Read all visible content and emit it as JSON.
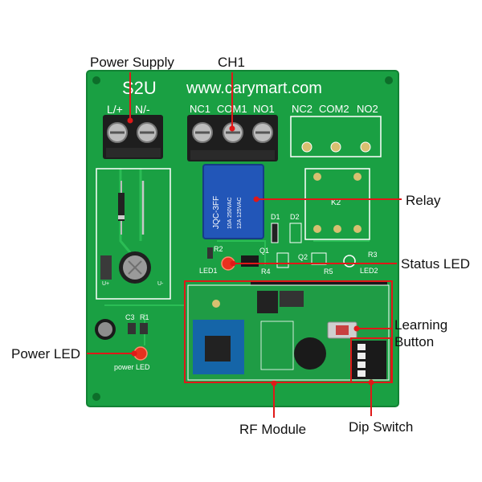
{
  "board": {
    "model": "S2U",
    "website": "www.carymart.com",
    "terminals": {
      "power": [
        "L/+",
        "N/-"
      ],
      "ch1": [
        "NC1",
        "COM1",
        "NO1"
      ],
      "ch2": [
        "NC2",
        "COM2",
        "NO2"
      ]
    },
    "silkscreen": {
      "led1": "LED1",
      "led2": "LED2",
      "r2": "R2",
      "r3": "R3",
      "r4": "R4",
      "r5": "R5",
      "q1": "Q1",
      "q2": "Q2",
      "d1": "D1",
      "d2": "D2",
      "c3": "C3",
      "r1": "R1",
      "k2": "K2",
      "power_led_text": "power LED"
    },
    "relay_text": "JQC-3FF"
  },
  "callouts": {
    "power_supply": "Power Supply",
    "ch1": "CH1",
    "relay": "Relay",
    "status_led": "Status LED",
    "learning_button": "Learning Button",
    "power_led": "Power LED",
    "rf_module": "RF Module",
    "dip_switch": "Dip Switch"
  },
  "colors": {
    "pcb": "#1aa043",
    "terminal": "#1e1e1e",
    "relay": "#2256b8",
    "callout_line": "#e01818",
    "silkscreen": "#ffffff"
  }
}
